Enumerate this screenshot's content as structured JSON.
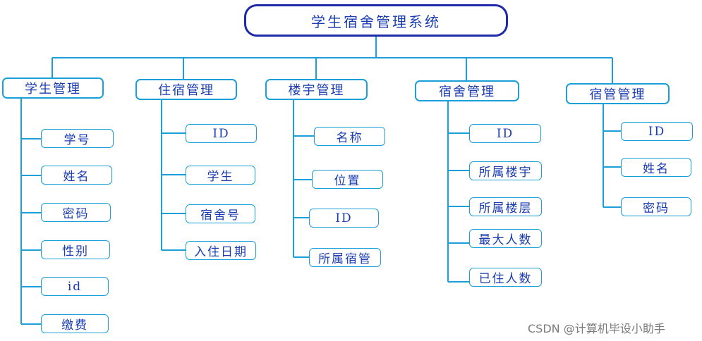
{
  "root": {
    "label": "学生宿舍管理系统"
  },
  "categories": [
    {
      "label": "学生管理",
      "items": [
        "学号",
        "姓名",
        "密码",
        "性别",
        "id",
        "缴费"
      ]
    },
    {
      "label": "住宿管理",
      "items": [
        "ID",
        "学生",
        "宿舍号",
        "入住日期"
      ]
    },
    {
      "label": "楼宇管理",
      "items": [
        "名称",
        "位置",
        "ID",
        "所属宿管"
      ]
    },
    {
      "label": "宿舍管理",
      "items": [
        "ID",
        "所属楼宇",
        "所属楼层",
        "最大人数",
        "已住人数"
      ]
    },
    {
      "label": "宿管管理",
      "items": [
        "ID",
        "姓名",
        "密码"
      ]
    }
  ],
  "watermark": "CSDN @计算机毕设小助手",
  "colors": {
    "connector": "#1a9fd8",
    "root_border": "#1f2aa8",
    "text": "#1a3cb0"
  }
}
